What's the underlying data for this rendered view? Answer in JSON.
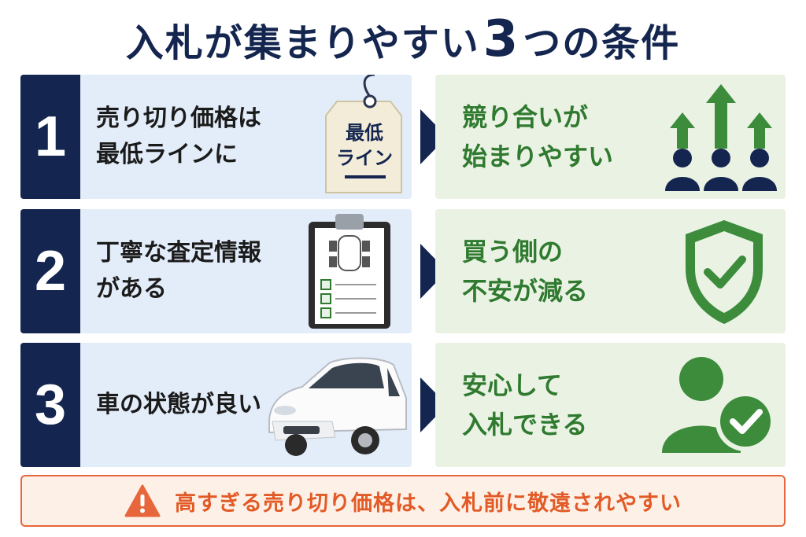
{
  "title": {
    "before": "入札が集まりやすい",
    "number": "3",
    "after": "つの条件"
  },
  "rows": [
    {
      "number": "1",
      "left_lines": [
        "売り切り価格は",
        "最低ラインに"
      ],
      "tag_lines": [
        "最低",
        "ライン"
      ],
      "right_lines": [
        "競り合いが",
        "始まりやすい"
      ],
      "right_icon": "rising-arrows-people-icon"
    },
    {
      "number": "2",
      "left_lines": [
        "丁寧な査定情報",
        "がある"
      ],
      "left_icon": "inspection-clipboard-icon",
      "right_lines": [
        "買う側の",
        "不安が減る"
      ],
      "right_icon": "shield-check-icon"
    },
    {
      "number": "3",
      "left_lines": [
        "車の状態が良い"
      ],
      "left_icon": "white-car-icon",
      "right_lines": [
        "安心して",
        "入札できる"
      ],
      "right_icon": "person-check-icon"
    }
  ],
  "warning": {
    "text": "高すぎる売り切り価格は、入札前に敬遠されやすい",
    "icon": "warning-triangle-icon"
  },
  "colors": {
    "navy": "#14264f",
    "blue_panel": "#e3edf9",
    "green_panel": "#eaf2e4",
    "green_text": "#2f7a2f",
    "orange": "#e8663c"
  }
}
